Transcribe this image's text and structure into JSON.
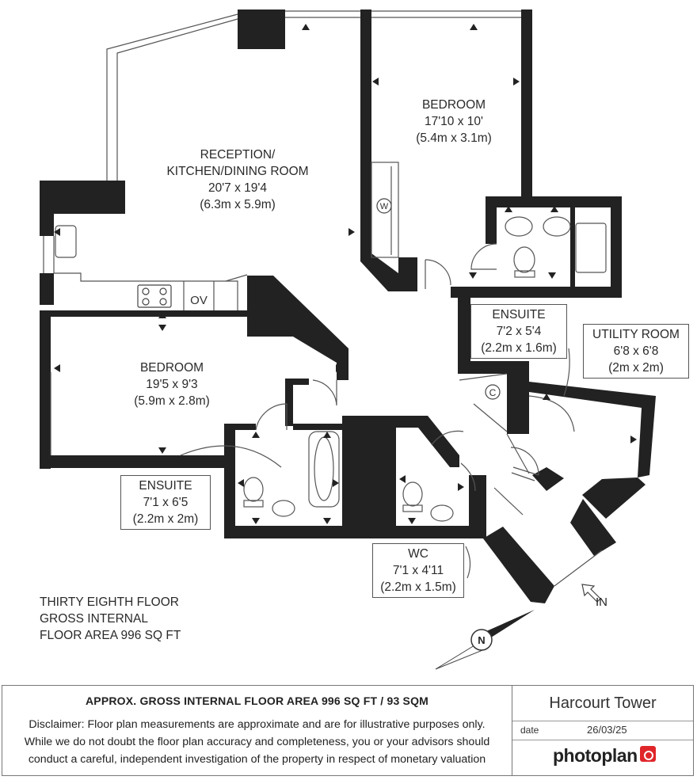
{
  "rooms": {
    "reception": {
      "name1": "RECEPTION/",
      "name2": "KITCHEN/DINING ROOM",
      "imperial": "20'7 x 19'4",
      "metric": "(6.3m x 5.9m)"
    },
    "bedroom1": {
      "name": "BEDROOM",
      "imperial": "17'10 x 10'",
      "metric": "(5.4m x 3.1m)"
    },
    "bedroom2": {
      "name": "BEDROOM",
      "imperial": "19'5 x 9'3",
      "metric": "(5.9m x 2.8m)"
    },
    "ensuite1": {
      "name": "ENSUITE",
      "imperial": "7'2 x 5'4",
      "metric": "(2.2m x 1.6m)"
    },
    "utility": {
      "name": "UTILITY ROOM",
      "imperial": "6'8 x 6'8",
      "metric": "(2m x 2m)"
    },
    "ensuite2": {
      "name": "ENSUITE",
      "imperial": "7'1 x 6'5",
      "metric": "(2.2m x 2m)"
    },
    "wc": {
      "name": "WC",
      "imperial": "7'1 x 4'11",
      "metric": "(2.2m x 1.5m)"
    }
  },
  "fixtures": {
    "washer": "W",
    "oven": "OV",
    "cupboard": "C"
  },
  "entrance": "IN",
  "compass": "N",
  "floor_info": {
    "line1": "THIRTY EIGHTH FLOOR",
    "line2": "GROSS INTERNAL",
    "line3": "FLOOR AREA 996 SQ FT"
  },
  "footer": {
    "gross_area": "APPROX. GROSS INTERNAL FLOOR AREA 996 SQ FT / 93 SQM",
    "disclaimer1": "Disclaimer: Floor plan measurements are approximate and are for illustrative purposes only.",
    "disclaimer2": "While we do not doubt the floor plan accuracy and completeness, you or your advisors should",
    "disclaimer3": "conduct a careful, independent investigation of the property in respect of monetary valuation",
    "property": "Harcourt Tower",
    "date_label": "date",
    "date": "26/03/25",
    "brand": "photoplan"
  },
  "colors": {
    "wall": "#222222",
    "line": "#555555",
    "brand_red": "#e0262b"
  }
}
